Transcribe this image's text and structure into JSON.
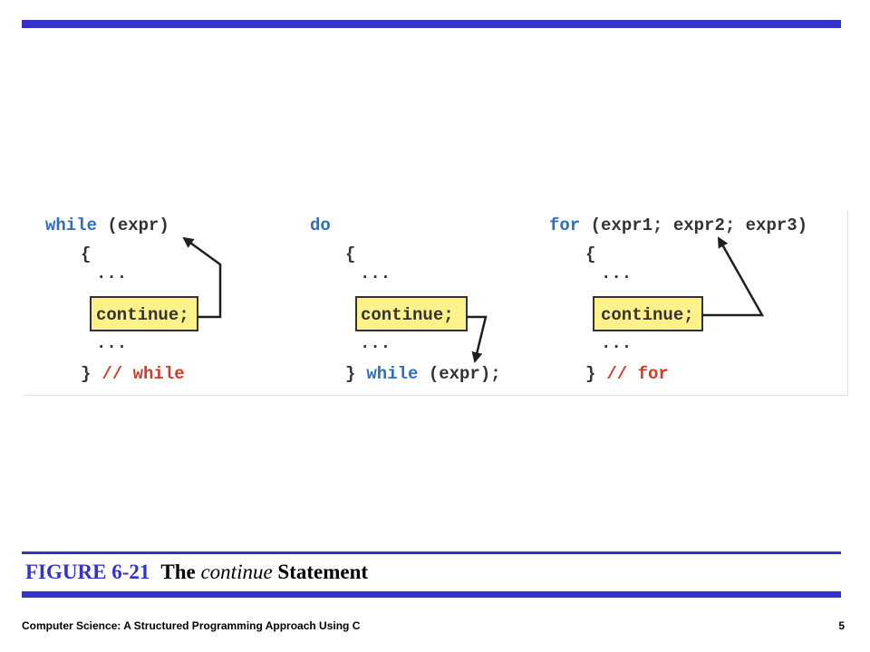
{
  "figure": {
    "while_loop": {
      "header_keyword": "while",
      "header_rest": " (expr)",
      "open_brace": "{",
      "ellipsis_before": "...",
      "continue_stmt": "continue;",
      "ellipsis_after": "...",
      "close_brace": "}",
      "comment": "// while"
    },
    "do_loop": {
      "header_keyword": "do",
      "open_brace": "{",
      "ellipsis_before": "...",
      "continue_stmt": "continue;",
      "ellipsis_after": "...",
      "close_brace": "}",
      "footer_keyword": "while",
      "footer_rest": " (expr);"
    },
    "for_loop": {
      "header_keyword": "for",
      "header_rest": " (expr1; expr2; expr3)",
      "open_brace": "{",
      "ellipsis_before": "...",
      "continue_stmt": "continue;",
      "ellipsis_after": "...",
      "close_brace": "}",
      "comment": "// for"
    }
  },
  "caption": {
    "number": "FIGURE 6-21",
    "text_before": "The ",
    "text_emphasis": "continue",
    "text_after": " Statement"
  },
  "footer": {
    "title": "Computer Science: A Structured Programming Approach Using C",
    "page": "5"
  },
  "colors": {
    "accent_bar": "#3333cc",
    "keyword": "#2a6fc4",
    "comment": "#d23a2a",
    "highlight": "#fdf28a"
  }
}
